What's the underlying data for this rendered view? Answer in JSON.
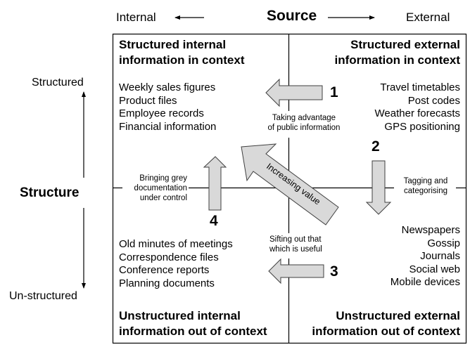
{
  "axes": {
    "source": {
      "title": "Source",
      "left": "Internal",
      "right": "External"
    },
    "structure": {
      "title": "Structure",
      "top": "Structured",
      "bottom": "Un-structured"
    }
  },
  "quadrants": {
    "top_left": {
      "title_line1": "Structured internal",
      "title_line2": "information in context",
      "items": [
        "Weekly sales figures",
        "Product files",
        "Employee records",
        "Financial information"
      ]
    },
    "top_right": {
      "title_line1": "Structured external",
      "title_line2": "information in context",
      "items": [
        "Travel timetables",
        "Post codes",
        "Weather forecasts",
        "GPS positioning"
      ]
    },
    "bottom_left": {
      "title_line1": "Unstructured internal",
      "title_line2": "information out of context",
      "items": [
        "Old minutes of meetings",
        "Correspondence files",
        "Conference reports",
        "Planning documents"
      ]
    },
    "bottom_right": {
      "title_line1": "Unstructured external",
      "title_line2": "information out of context",
      "items": [
        "Newspapers",
        "Gossip",
        "Journals",
        "Social web",
        "Mobile devices"
      ]
    }
  },
  "steps": [
    {
      "number": "1",
      "line1": "Taking advantage",
      "line2": "of public information",
      "direction": "left"
    },
    {
      "number": "2",
      "line1": "Tagging and",
      "line2": "categorising",
      "direction": "down"
    },
    {
      "number": "3",
      "line1": "Sifting out that",
      "line2": "which is useful",
      "direction": "left"
    },
    {
      "number": "4",
      "line1": "Bringing grey",
      "line2": "documentation",
      "line3": "under control",
      "direction": "up"
    }
  ],
  "value_arrow": {
    "label": "Increasing value",
    "direction": "up-left"
  },
  "colors": {
    "arrow_fill": "#d9d9d9",
    "arrow_stroke": "#404040",
    "line": "#000000"
  }
}
